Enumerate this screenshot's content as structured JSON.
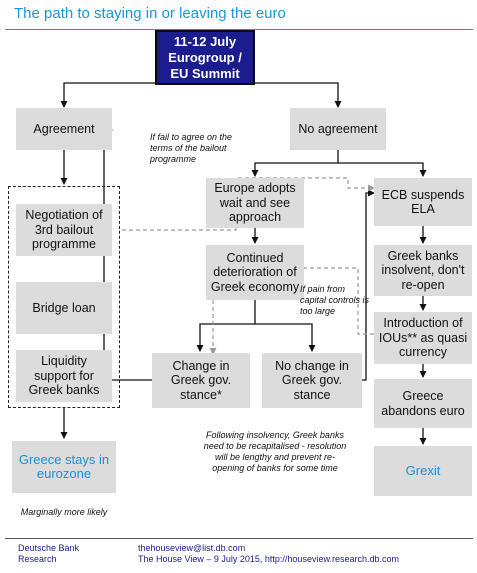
{
  "title": "The path to staying in or leaving the euro",
  "nodes": {
    "summit": "11-12 July Eurogroup / EU Summit",
    "agreement": "Agreement",
    "no_agreement": "No agreement",
    "negotiation": "Negotiation of 3rd bailout programme",
    "bridge_loan": "Bridge loan",
    "liquidity": "Liquidity support for Greek banks",
    "greece_stays": "Greece stays in eurozone",
    "europe_wait": "Europe adopts wait and see approach",
    "continued": "Continued deterioration of Greek economy",
    "change_stance": "Change in Greek gov. stance*",
    "no_change_stance": "No change in Greek gov. stance",
    "ecb_suspends": "ECB suspends ELA",
    "banks_insolvent": "Greek banks insolvent, don't re-open",
    "ious": "Introduction of IOUs** as quasi currency",
    "abandons": "Greece abandons euro",
    "grexit": "Grexit"
  },
  "notes": {
    "fail_agree": "If fail to agree on the terms of the bailout programme",
    "pain": "If pain from capital controls is too large",
    "insolvency": "Following insolvency, Greek banks need to be recapitalised - resolution will be lengthy and prevent re-opening of banks for some time",
    "more_likely": "Marginally more likely"
  },
  "footer": {
    "org_line1": "Deutsche Bank",
    "org_line2": "Research",
    "email": "thehouseview@list.db.com",
    "source": "The House View – 9 July 2015, http://houseview.research.db.com"
  },
  "colors": {
    "title": "#1797d6",
    "summit_fill": "#1b1d8f",
    "box_fill": "#dcdcdc",
    "blue_text": "#1a8fd4",
    "dashed_arrow": "#9a9a9a"
  }
}
